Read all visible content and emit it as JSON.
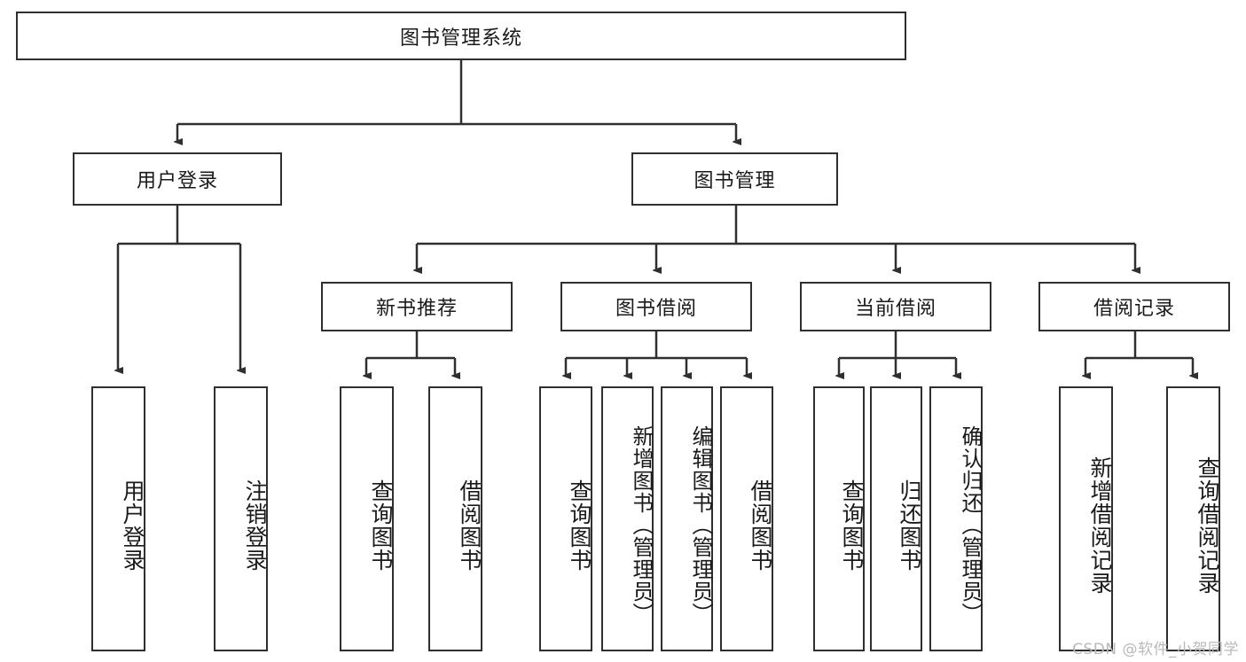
{
  "diagram": {
    "title_node": {
      "label": "图书管理系统"
    },
    "level2": [
      {
        "id": "user-login",
        "label": "用户登录"
      },
      {
        "id": "book-management",
        "label": "图书管理"
      }
    ],
    "level3": [
      {
        "id": "new-book-recommend",
        "label": "新书推荐"
      },
      {
        "id": "book-borrow",
        "label": "图书借阅"
      },
      {
        "id": "current-borrow",
        "label": "当前借阅"
      },
      {
        "id": "borrow-record",
        "label": "借阅记录"
      }
    ],
    "leaves": {
      "user_login": [
        {
          "id": "leaf-user-login",
          "label": "用户登录"
        },
        {
          "id": "leaf-logout-login",
          "label": "注销登录"
        }
      ],
      "new_book_recommend": [
        {
          "id": "leaf-query-book-1",
          "label": "查询图书"
        },
        {
          "id": "leaf-borrow-book-1",
          "label": "借阅图书"
        }
      ],
      "book_borrow": [
        {
          "id": "leaf-query-book-2",
          "label": "查询图书"
        },
        {
          "id": "leaf-add-book",
          "label": "新增图书（管理员）"
        },
        {
          "id": "leaf-edit-book",
          "label": "编辑图书（管理员）"
        },
        {
          "id": "leaf-borrow-book-2",
          "label": "借阅图书"
        }
      ],
      "current_borrow": [
        {
          "id": "leaf-query-book-3",
          "label": "查询图书"
        },
        {
          "id": "leaf-return-book",
          "label": "归还图书"
        },
        {
          "id": "leaf-confirm-return",
          "label": "确认归还（管理员）"
        }
      ],
      "borrow_record": [
        {
          "id": "leaf-add-record",
          "label": "新增借阅记录"
        },
        {
          "id": "leaf-query-record",
          "label": "查询借阅记录"
        }
      ]
    },
    "watermark": "CSDN @软件_小贺同学",
    "colors": {
      "stroke": "#2f2f2f",
      "background": "#ffffff",
      "text": "#1a1a1a",
      "watermark": "#b9b9b9"
    }
  }
}
